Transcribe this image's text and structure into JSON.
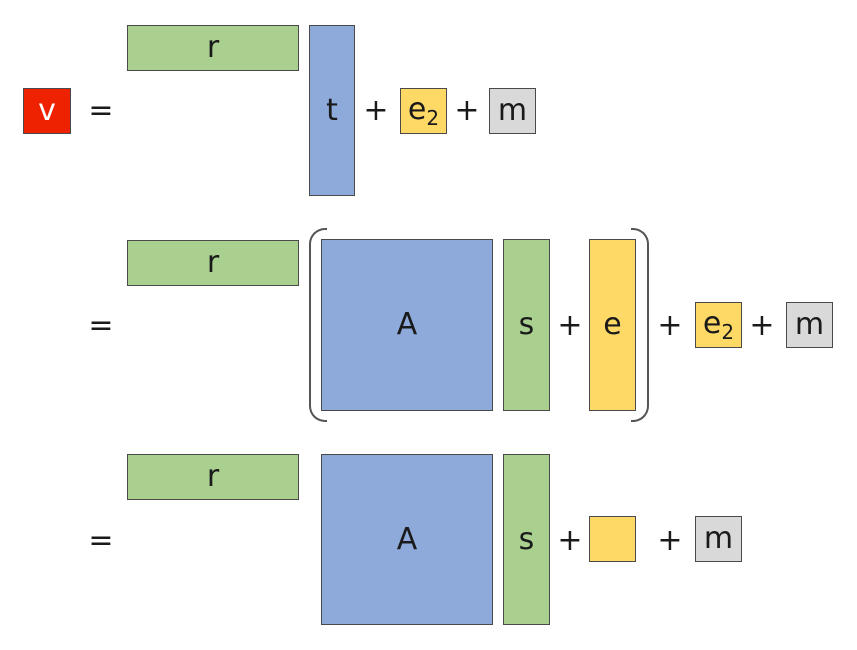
{
  "colors": {
    "red": "#ee2200",
    "green": "#a9d08e",
    "blue": "#8eaadb",
    "yellow": "#ffd966",
    "gray": "#d9d9d9"
  },
  "symbols": {
    "v": "v",
    "equals": "=",
    "plus": "+",
    "r": "r",
    "t": "t",
    "A": "A",
    "s": "s",
    "e": "e",
    "e2_base": "e",
    "e2_sub": "2",
    "m": "m"
  }
}
